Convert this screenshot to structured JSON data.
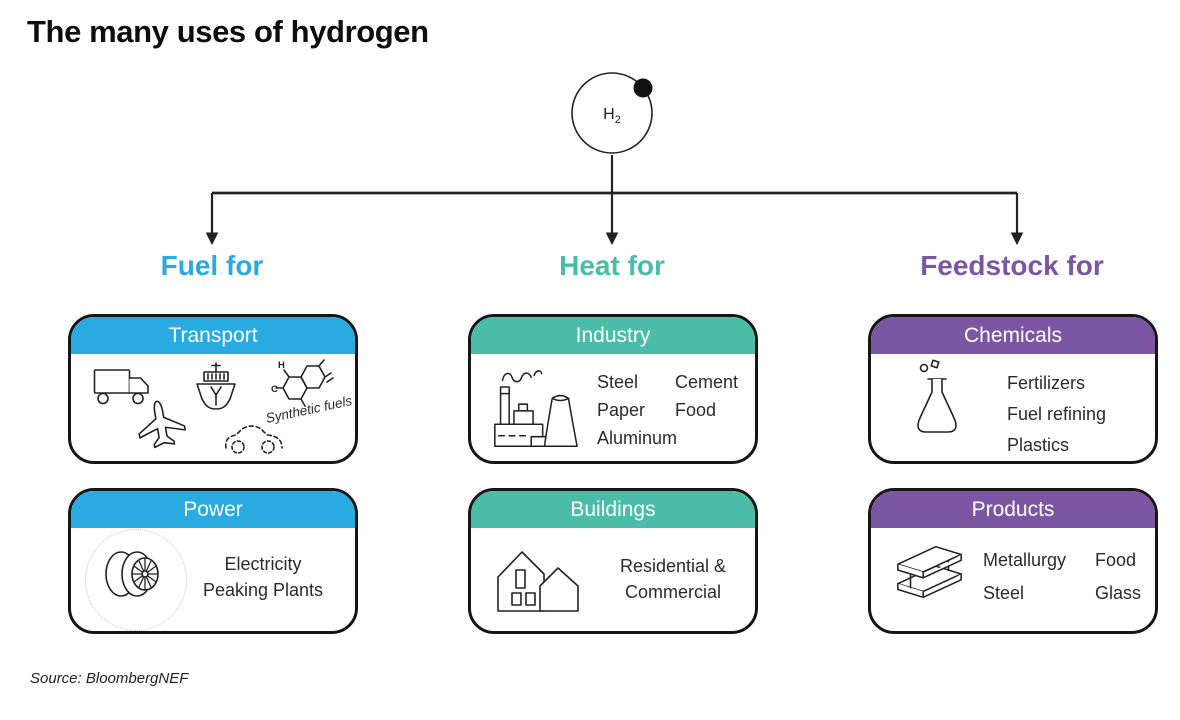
{
  "title": "The many uses of hydrogen",
  "hydrogen_node": {
    "symbol": "H",
    "subscript": "2"
  },
  "branch_headers": [
    {
      "label": "Fuel for",
      "color": "#29ABE2"
    },
    {
      "label": "Heat for",
      "color": "#4BBCA8"
    },
    {
      "label": "Feedstock for",
      "color": "#7C55A3"
    }
  ],
  "cards": {
    "transport": {
      "title": "Transport",
      "synthetic_fuels_label": "Synthetic fuels",
      "molecule_labels": {
        "h": "H",
        "c": "C"
      },
      "icons": [
        "truck-icon",
        "ship-icon",
        "molecule-icon",
        "airplane-icon",
        "car-icon"
      ]
    },
    "power": {
      "title": "Power",
      "icon": "turbine-icon",
      "lines": [
        "Electricity",
        "Peaking Plants"
      ]
    },
    "industry": {
      "title": "Industry",
      "icon": "factory-icon",
      "items": [
        "Steel",
        "Cement",
        "Paper",
        "Food",
        "Aluminum"
      ]
    },
    "buildings": {
      "title": "Buildings",
      "icon": "houses-icon",
      "lines": [
        "Residential &",
        "Commercial"
      ]
    },
    "chemicals": {
      "title": "Chemicals",
      "icon": "flask-icon",
      "items": [
        "Fertilizers",
        "Fuel refining",
        "Plastics"
      ]
    },
    "products": {
      "title": "Products",
      "icon": "ibeam-icon",
      "items": [
        "Metallurgy",
        "Food",
        "Steel",
        "Glass"
      ]
    }
  },
  "source": "Source: BloombergNEF",
  "colors": {
    "fuel_blue": "#29ABE2",
    "heat_teal": "#4BBCA8",
    "feedstock_purple": "#7C55A3",
    "outline": "#161616"
  }
}
